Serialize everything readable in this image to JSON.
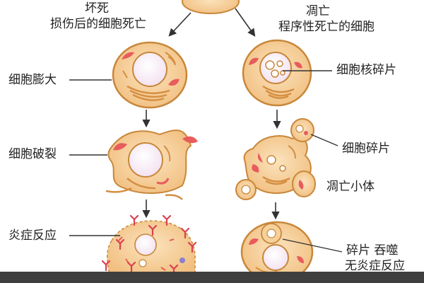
{
  "labels": {
    "necrosis_title": "坏死",
    "necrosis_subtitle": "损伤后的细胞死亡",
    "apoptosis_title": "凋亡",
    "apoptosis_subtitle": "程序性死亡的细胞",
    "cell_swelling": "细胞膨大",
    "nuclear_fragmentation": "细胞核碎片",
    "cell_rupture": "细胞破裂",
    "cell_fragments": "细胞碎片",
    "apoptotic_bodies": "凋亡小体",
    "inflammation": "炎症反应",
    "phagocytosis_line1": "碎片 吞噬",
    "phagocytosis_line2": "无炎症反应"
  },
  "colors": {
    "cytoplasm": "#f3c487",
    "cell_outline": "#c8873a",
    "nucleus": "#ffffff",
    "organelle_red": "#e85c5c",
    "golgi": "#d58f42",
    "immune_marker": "#d94050",
    "arrow": "#333333"
  }
}
